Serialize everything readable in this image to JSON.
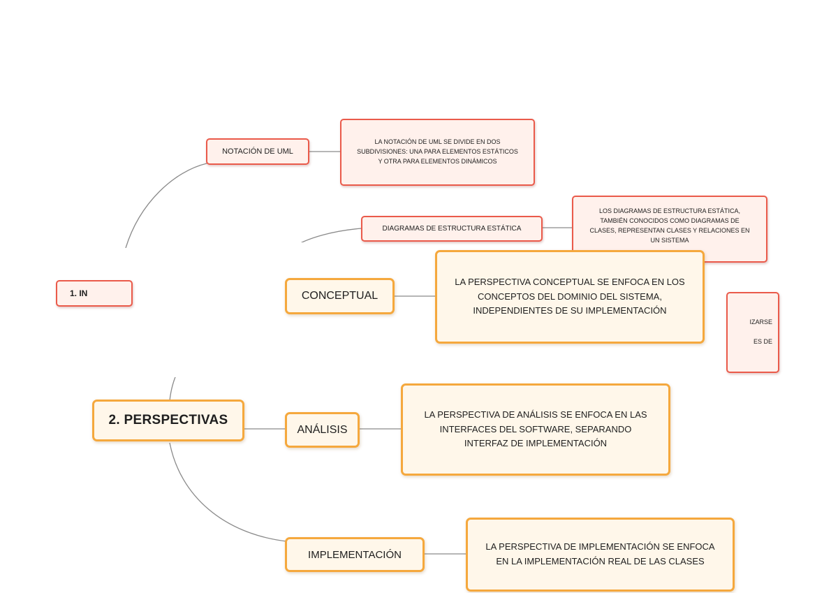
{
  "background_section": {
    "notacion_label": "NOTACIÓN DE UML",
    "notacion_desc": "LA NOTACIÓN DE UML SE DIVIDE EN DOS\nSUBDIVISIONES: UNA PARA ELEMENTOS ESTÁTICOS\nY OTRA PARA ELEMENTOS DINÁMICOS",
    "estatica_label": "DIAGRAMAS DE ESTRUCTURA ESTÁTICA",
    "estatica_desc": "LOS DIAGRAMAS DE ESTRUCTURA ESTÁTICA,\nTAMBIÉN CONOCIDOS COMO DIAGRAMAS DE\nCLASES, REPRESENTAN CLASES Y RELACIONES EN\nUN SISTEMA",
    "intro_fragment": "1. IN",
    "partial_desc_fragment": "IZARSE\n\nES DE"
  },
  "perspectivas": {
    "title": "2. PERSPECTIVAS",
    "conceptual": {
      "label": "CONCEPTUAL",
      "desc": "LA PERSPECTIVA CONCEPTUAL SE ENFOCA EN LOS\nCONCEPTOS DEL DOMINIO DEL SISTEMA,\nINDEPENDIENTES DE SU IMPLEMENTACIÓN"
    },
    "analisis": {
      "label": "ANÁLISIS",
      "desc": "LA PERSPECTIVA DE ANÁLISIS SE ENFOCA EN LAS\nINTERFACES DEL SOFTWARE, SEPARANDO\nINTERFAZ DE IMPLEMENTACIÓN"
    },
    "implementacion": {
      "label": "IMPLEMENTACIÓN",
      "desc": "LA PERSPECTIVA DE IMPLEMENTACIÓN SE ENFOCA\nEN LA IMPLEMENTACIÓN REAL DE LAS CLASES"
    }
  },
  "colors": {
    "red_border": "#ea5a4a",
    "red_fill": "#fff1ec",
    "orange_border": "#f5a83d",
    "orange_fill": "#fff7ea",
    "connector": "#8a8a8a"
  }
}
